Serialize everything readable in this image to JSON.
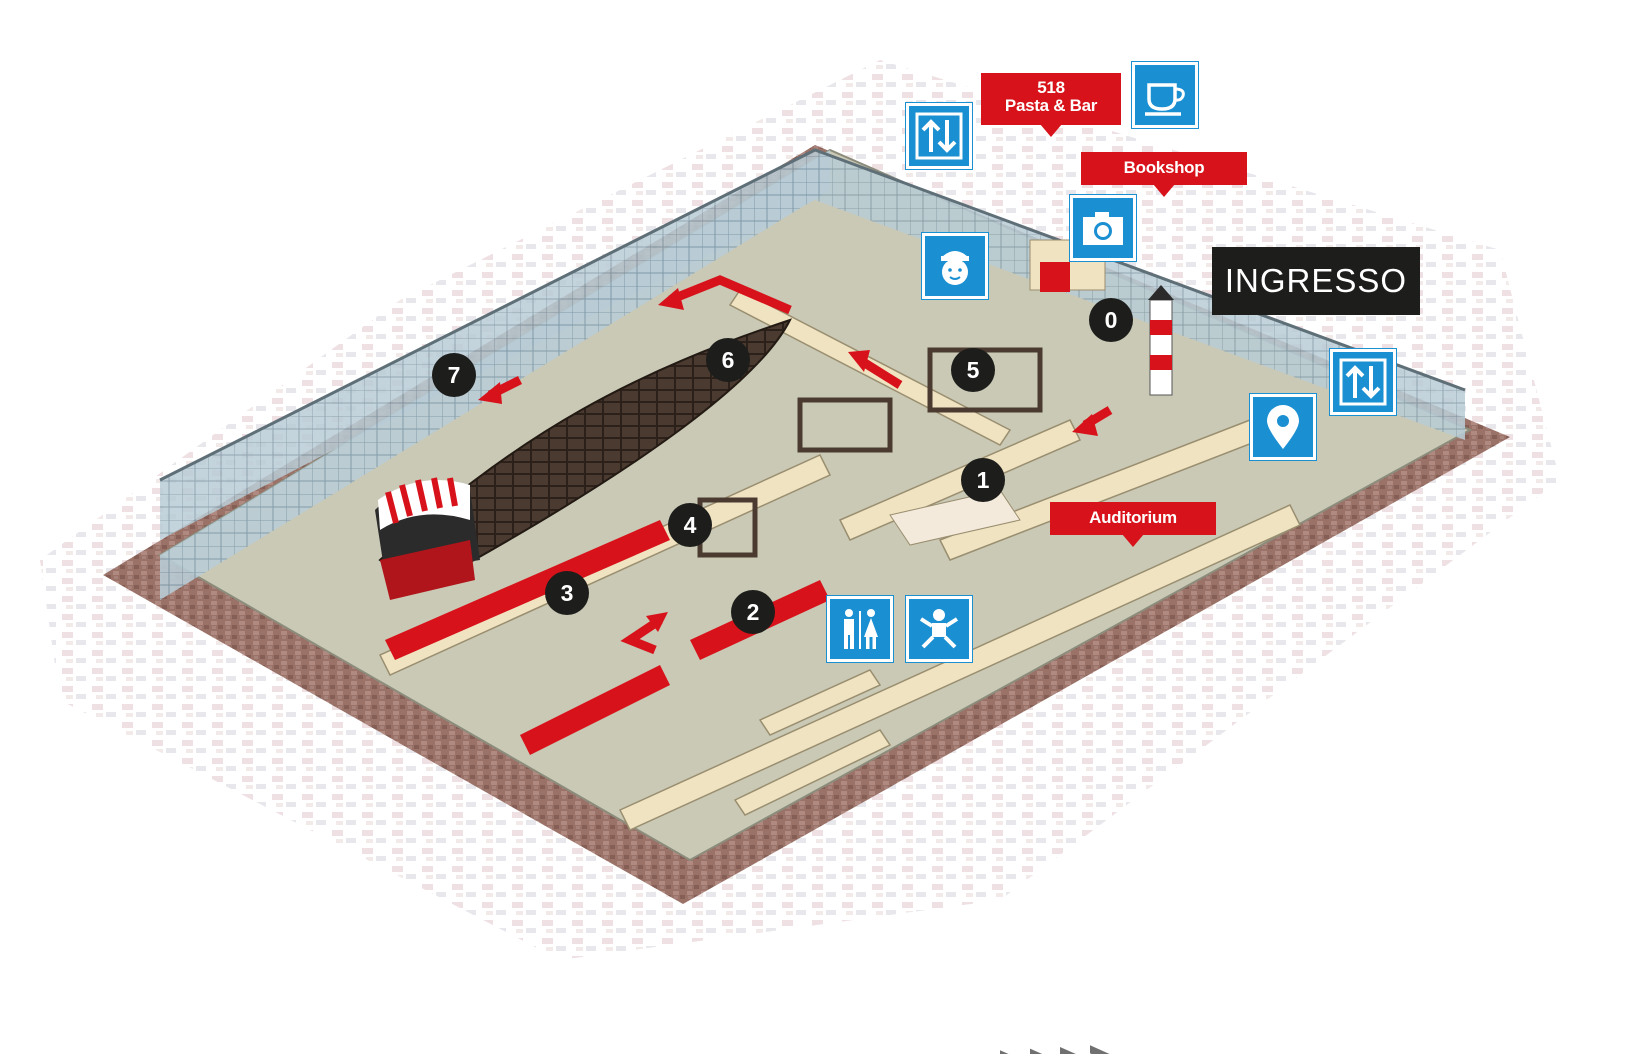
{
  "labels": {
    "pasta_line1": "518",
    "pasta_line2": "Pasta & Bar",
    "bookshop": "Bookshop",
    "auditorium": "Auditorium",
    "ingresso": "INGRESSO"
  },
  "markers": [
    "0",
    "1",
    "2",
    "3",
    "4",
    "5",
    "6",
    "7"
  ],
  "icons": {
    "elevator": "elevator-icon",
    "cafe": "coffee-cup-icon",
    "photo": "camera-icon",
    "staff": "staff-info-icon",
    "location": "location-pin-icon",
    "restrooms": "restroom-icon",
    "baby_change": "baby-change-icon"
  },
  "colors": {
    "accent_red": "#d8121a",
    "icon_blue": "#1a8fd1",
    "label_dark": "#1d1d1b",
    "floor": "#c9c9b5",
    "wall": "#efe3c1",
    "glass": "#a9bdc9",
    "pavement": "#9a7268"
  }
}
